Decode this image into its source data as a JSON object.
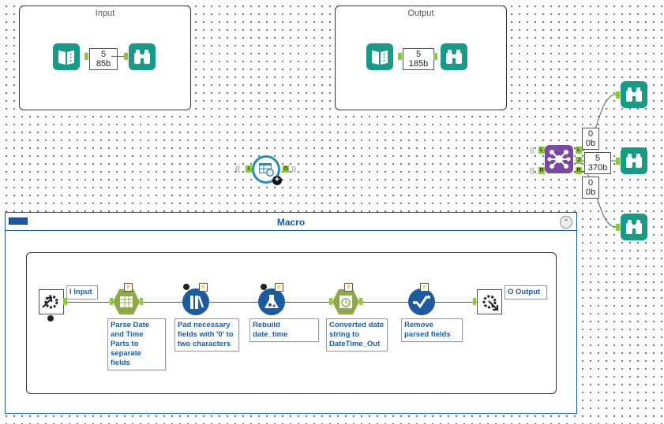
{
  "input_container": {
    "title": "Input",
    "count_records": "5",
    "count_size": "85b"
  },
  "output_container": {
    "title": "Output",
    "count_records": "5",
    "count_size": "185b"
  },
  "join": {
    "inputs": {
      "left": "L",
      "right": "R"
    },
    "outputs": {
      "left": "L",
      "join": "J",
      "right": "R"
    },
    "left_count": {
      "records": "0",
      "size": "0b"
    },
    "join_count": {
      "records": "5",
      "size": "370b"
    },
    "right_count": {
      "records": "0",
      "size": "0b"
    }
  },
  "macro_tool": {
    "input_anchor": "I",
    "output_anchor": "O"
  },
  "macro": {
    "title": "Macro",
    "input_label": "I Input",
    "output_label": "O Output",
    "steps": [
      {
        "label": "Parse Date and Time Parts to separate fields"
      },
      {
        "label": "Pad necessary fields with '0' to two characters"
      },
      {
        "label": "Rebuild date_time"
      },
      {
        "label": "Converted date string to DateTime_Out"
      },
      {
        "label": "Remove parsed fields"
      }
    ]
  },
  "colors": {
    "tool_teal": "#1a9a86",
    "join_purple": "#7a4a9e",
    "macro_blue": "#1e5aa0",
    "anchor_green": "#8dc63f",
    "formula_green": "#8fa84a",
    "label_blue": "#1f5c99"
  }
}
